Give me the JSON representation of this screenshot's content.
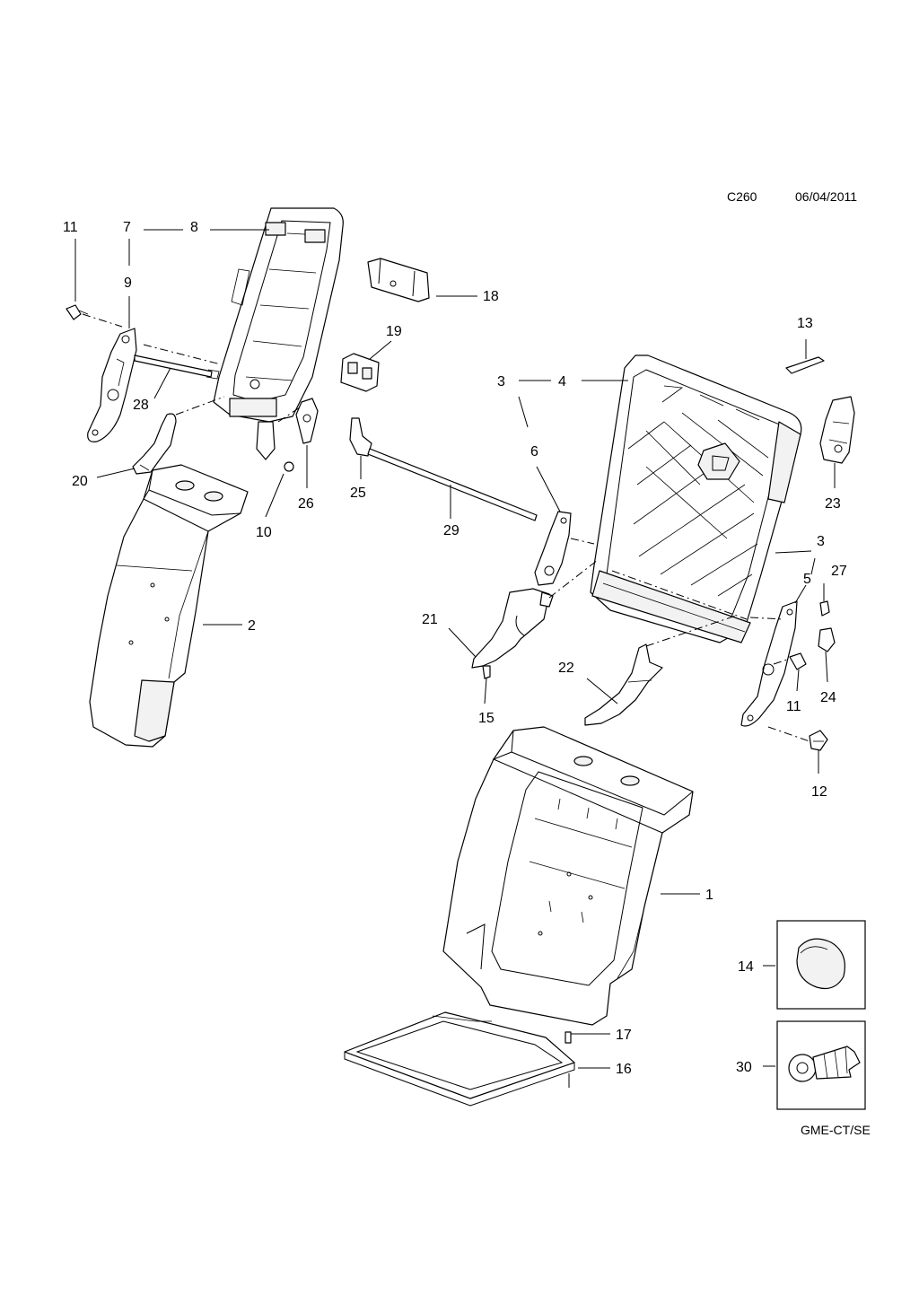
{
  "header": {
    "code": "C260",
    "date": "06/04/2011"
  },
  "footer": {
    "credit": "GME-CT/SE"
  },
  "callouts": [
    "1",
    "2",
    "3",
    "3",
    "4",
    "5",
    "6",
    "7",
    "8",
    "9",
    "10",
    "11",
    "11",
    "12",
    "13",
    "14",
    "15",
    "16",
    "17",
    "18",
    "19",
    "20",
    "21",
    "22",
    "23",
    "24",
    "25",
    "26",
    "27",
    "28",
    "29",
    "30"
  ]
}
